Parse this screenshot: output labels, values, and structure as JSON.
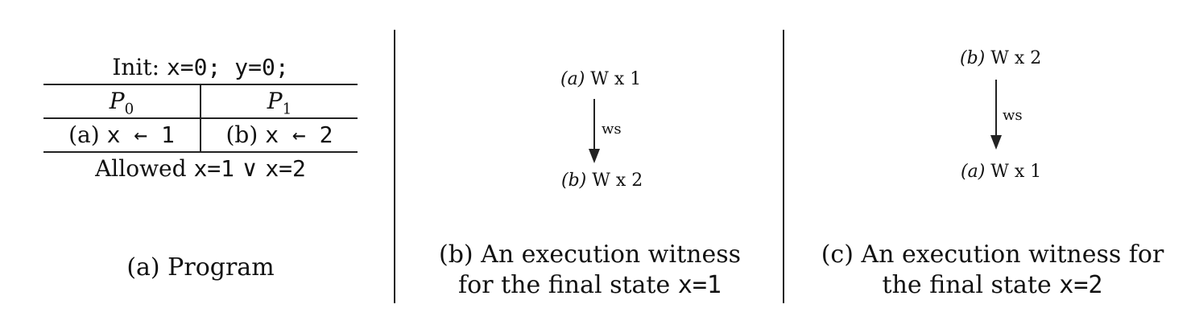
{
  "program": {
    "init_label": "Init:",
    "init_code": "x=0; y=0;",
    "p0_name": "P",
    "p0_sub": "0",
    "p1_name": "P",
    "p1_sub": "1",
    "p0_label": "(a)",
    "p0_instr": "x ← 1",
    "p1_label": "(b)",
    "p1_instr": "x ← 2",
    "allowed_word": "Allowed",
    "allowed_cond1": "x=1",
    "allowed_or": "∨",
    "allowed_cond2": "x=2"
  },
  "caption_a": "(a) Program",
  "witness_b": {
    "top_label": "(a)",
    "top_event": "W x 1",
    "edge": "ws",
    "bottom_label": "(b)",
    "bottom_event": "W x 2",
    "caption_line1": "(b) An execution witness",
    "caption_line2": "for the final state",
    "caption_code": "x=1"
  },
  "witness_c": {
    "top_label": "(b)",
    "top_event": "W x 2",
    "edge": "ws",
    "bottom_label": "(a)",
    "bottom_event": "W x 1",
    "caption_line1": "(c) An execution witness for",
    "caption_line2": "the final state",
    "caption_code": "x=2"
  }
}
